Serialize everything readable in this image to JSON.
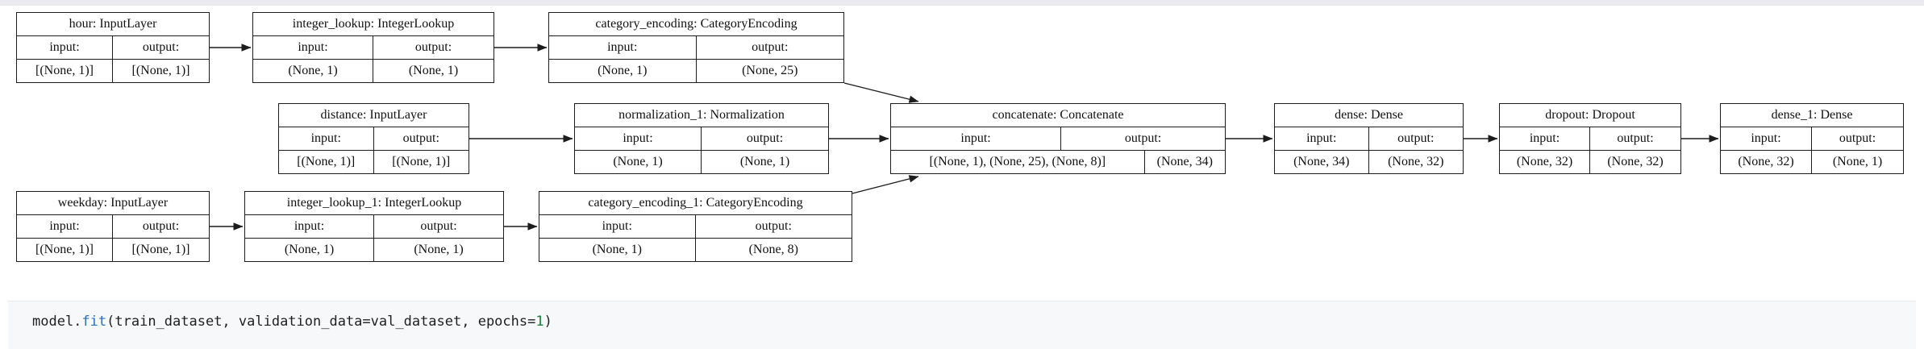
{
  "page": {
    "background": "#ffffff",
    "top_strip_color": "#e9e9ef",
    "diagram_type": "keras-model-plot"
  },
  "labels": {
    "input": "input:",
    "output": "output:"
  },
  "nodes": [
    {
      "id": "hour",
      "title": "hour: InputLayer",
      "input_shape": "[(None, 1)]",
      "output_shape": "[(None, 1)]"
    },
    {
      "id": "integer_lookup",
      "title": "integer_lookup: IntegerLookup",
      "input_shape": "(None, 1)",
      "output_shape": "(None, 1)"
    },
    {
      "id": "category_encoding",
      "title": "category_encoding: CategoryEncoding",
      "input_shape": "(None, 1)",
      "output_shape": "(None, 25)"
    },
    {
      "id": "distance",
      "title": "distance: InputLayer",
      "input_shape": "[(None, 1)]",
      "output_shape": "[(None, 1)]"
    },
    {
      "id": "normalization_1",
      "title": "normalization_1: Normalization",
      "input_shape": "(None, 1)",
      "output_shape": "(None, 1)"
    },
    {
      "id": "concatenate",
      "title": "concatenate: Concatenate",
      "input_shape": "[(None, 1), (None, 25), (None, 8)]",
      "output_shape": "(None, 34)"
    },
    {
      "id": "dense",
      "title": "dense: Dense",
      "input_shape": "(None, 34)",
      "output_shape": "(None, 32)"
    },
    {
      "id": "dropout",
      "title": "dropout: Dropout",
      "input_shape": "(None, 32)",
      "output_shape": "(None, 32)"
    },
    {
      "id": "dense_1",
      "title": "dense_1: Dense",
      "input_shape": "(None, 32)",
      "output_shape": "(None, 1)"
    },
    {
      "id": "weekday",
      "title": "weekday: InputLayer",
      "input_shape": "[(None, 1)]",
      "output_shape": "[(None, 1)]"
    },
    {
      "id": "integer_lookup_1",
      "title": "integer_lookup_1: IntegerLookup",
      "input_shape": "(None, 1)",
      "output_shape": "(None, 1)"
    },
    {
      "id": "category_encoding_1",
      "title": "category_encoding_1: CategoryEncoding",
      "input_shape": "(None, 1)",
      "output_shape": "(None, 8)"
    }
  ],
  "edges": [
    {
      "from": "hour",
      "to": "integer_lookup"
    },
    {
      "from": "integer_lookup",
      "to": "category_encoding"
    },
    {
      "from": "category_encoding",
      "to": "concatenate"
    },
    {
      "from": "distance",
      "to": "normalization_1"
    },
    {
      "from": "normalization_1",
      "to": "concatenate"
    },
    {
      "from": "weekday",
      "to": "integer_lookup_1"
    },
    {
      "from": "integer_lookup_1",
      "to": "category_encoding_1"
    },
    {
      "from": "category_encoding_1",
      "to": "concatenate"
    },
    {
      "from": "concatenate",
      "to": "dense"
    },
    {
      "from": "dense",
      "to": "dropout"
    },
    {
      "from": "dropout",
      "to": "dense_1"
    }
  ],
  "code_cell": {
    "background": "#f6f8fa",
    "function_color": "#2a6fc2",
    "number_color": "#188038",
    "full_text": "model.fit(train_dataset, validation_data=val_dataset, epochs=1)",
    "tokens": [
      {
        "t": "model."
      },
      {
        "t": "fit"
      },
      {
        "t": "(train_dataset, validation_data=val_dataset, epochs="
      },
      {
        "t": "1"
      },
      {
        "t": ")"
      }
    ]
  }
}
